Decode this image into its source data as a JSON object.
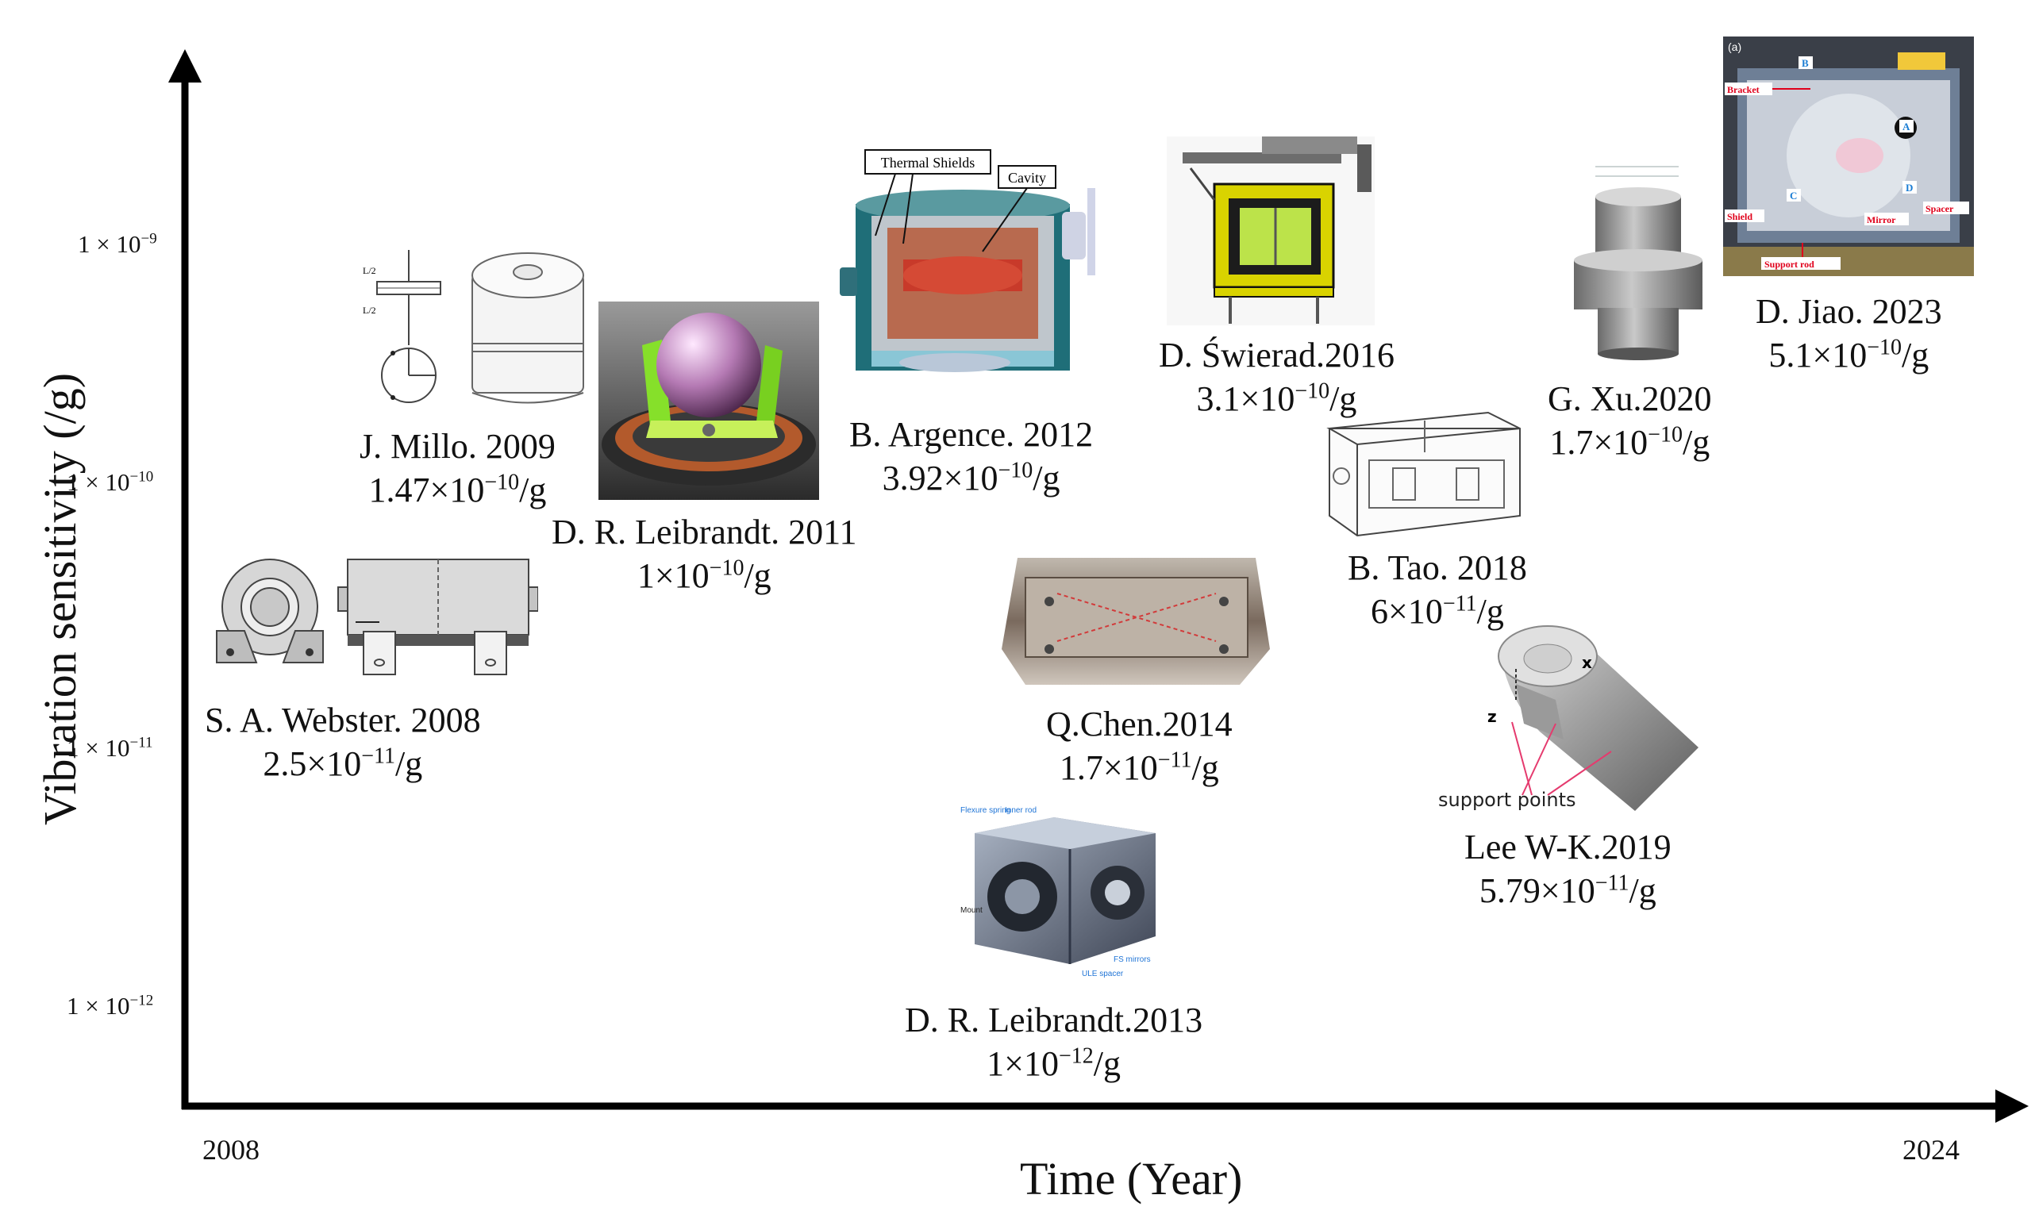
{
  "axes": {
    "x_title": "Time (Year)",
    "y_title": "Vibration sensitivity (/g)",
    "x_start": "2008",
    "x_end": "2024",
    "y_ticks": [
      {
        "mantissa": "1 × 10",
        "exp": "−9"
      },
      {
        "mantissa": "1 × 10",
        "exp": "−10"
      },
      {
        "mantissa": "1 × 10",
        "exp": "−11"
      },
      {
        "mantissa": "1 × 10",
        "exp": "−12"
      }
    ]
  },
  "entries": [
    {
      "name": "S. A. Webster. 2008",
      "value": "2.5×10−11/g",
      "icon": "cylindrical-cavity-drawing"
    },
    {
      "name": "J. Millo. 2009",
      "value": "1.47×10−10/g",
      "icon": "vertical-cavity-drawing"
    },
    {
      "name": "D. R. Leibrandt. 2011",
      "value": "1×10−10/g",
      "icon": "spherical-cavity-render"
    },
    {
      "name": "B. Argence. 2012",
      "value": "3.92×10−10/g",
      "icon": "thermal-shield-cutaway"
    },
    {
      "name": "D. R. Leibrandt.2013",
      "value": "1×10−12/g",
      "icon": "cubic-cavity-render"
    },
    {
      "name": "Q.Chen.2014",
      "value": "1.7×10−11/g",
      "icon": "cavity-frame-photo"
    },
    {
      "name": "D. Świerad.2016",
      "value": "3.1×10−10/g",
      "icon": "transportable-cavity-cad"
    },
    {
      "name": "B. Tao. 2018",
      "value": "6×10−11/g",
      "icon": "cavity-frame-drawing"
    },
    {
      "name": "Lee W-K.2019",
      "value": "5.79×10−11/g",
      "icon": "support-points-cutaway"
    },
    {
      "name": "G. Xu.2020",
      "value": "1.7×10−10/g",
      "icon": "stepped-cylinder-cavity"
    },
    {
      "name": "D. Jiao. 2023",
      "value": "5.1×10−10/g",
      "icon": "cavity-assembly-photo"
    }
  ],
  "figure_labels": {
    "argence": {
      "left": "Thermal Shields",
      "right": "Cavity"
    },
    "lee": {
      "axis": "z",
      "cross": "x",
      "caption": "support points"
    },
    "jiao": {
      "panel": "(a)",
      "b": "B",
      "a": "A",
      "c": "C",
      "d": "D",
      "bracket": "Bracket",
      "shield": "Shield",
      "mirror": "Mirror",
      "spacer": "Spacer",
      "rod": "Support rod"
    },
    "leibrandt2013": {
      "flexure": "Flexure spring",
      "inner": "Inner rod",
      "mount": "Mount",
      "fs": "FS mirrors",
      "ule": "ULE spacer"
    },
    "millo": {
      "dim1": "L/2",
      "dim2": "L/2"
    }
  },
  "colors": {
    "axis": "#000000",
    "jiao_label": "#e0001b",
    "leibrandt2013_label": "#1f74d6"
  }
}
